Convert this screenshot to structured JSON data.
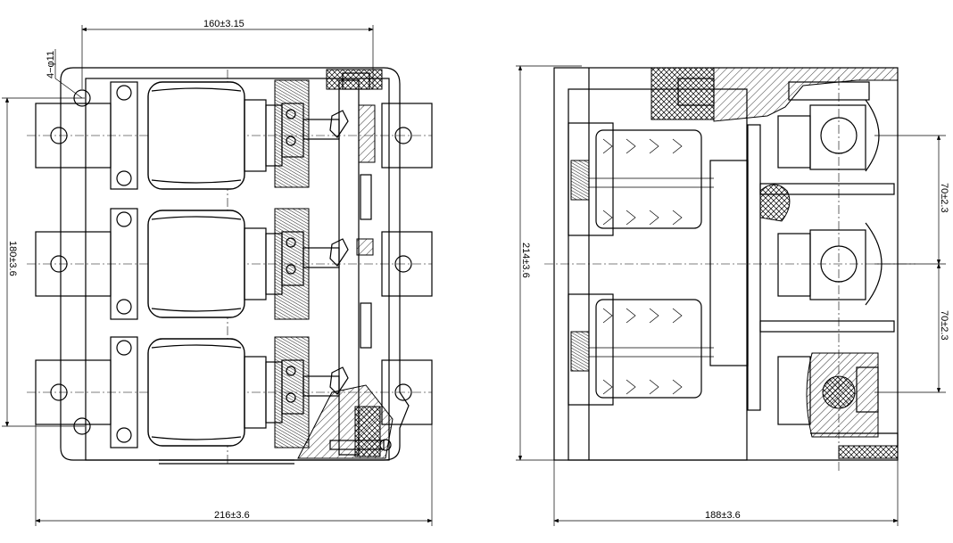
{
  "front_view": {
    "width_dim": "160±3.15",
    "hole_callout": "4−φ11",
    "height_dim": "180±3.6",
    "overall_width_dim": "216±3.6"
  },
  "side_view": {
    "height_dim": "214±3.6",
    "pitch_upper": "70±2.3",
    "pitch_lower": "70±2.3",
    "depth_dim": "188±3.6"
  },
  "colors": {
    "line": "#000000",
    "background": "#ffffff"
  }
}
